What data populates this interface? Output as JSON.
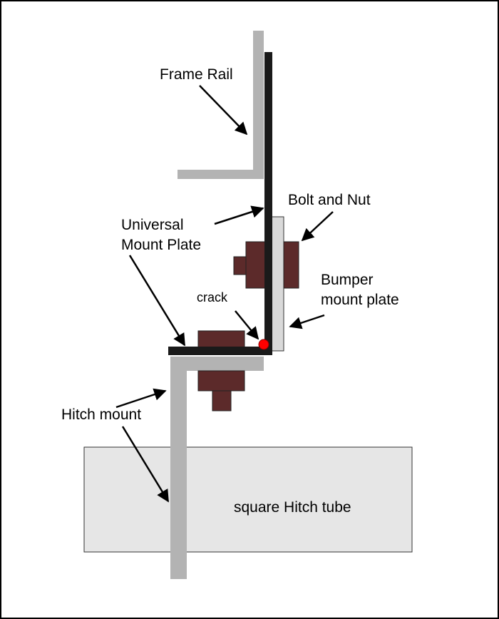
{
  "labels": {
    "frame_rail": "Frame Rail",
    "bolt_and_nut": "Bolt and Nut",
    "universal_line1": "Universal",
    "universal_line2": "Mount Plate",
    "bumper_line1": "Bumper",
    "bumper_line2": "mount plate",
    "crack": "crack",
    "hitch_mount": "Hitch mount",
    "hitch_tube": "square Hitch tube"
  },
  "colors": {
    "background": "#ffffff",
    "border": "#000000",
    "frame_rail": "#b3b3b3",
    "hitch_mount": "#b3b3b3",
    "universal_mount_plate": "#1a1a1a",
    "bumper_mount_plate": "#d9d9d9",
    "bolt_nut": "#5c2a2a",
    "hitch_tube_fill": "#e6e6e6",
    "crack_marker": "#ff0000",
    "arrow": "#000000"
  }
}
